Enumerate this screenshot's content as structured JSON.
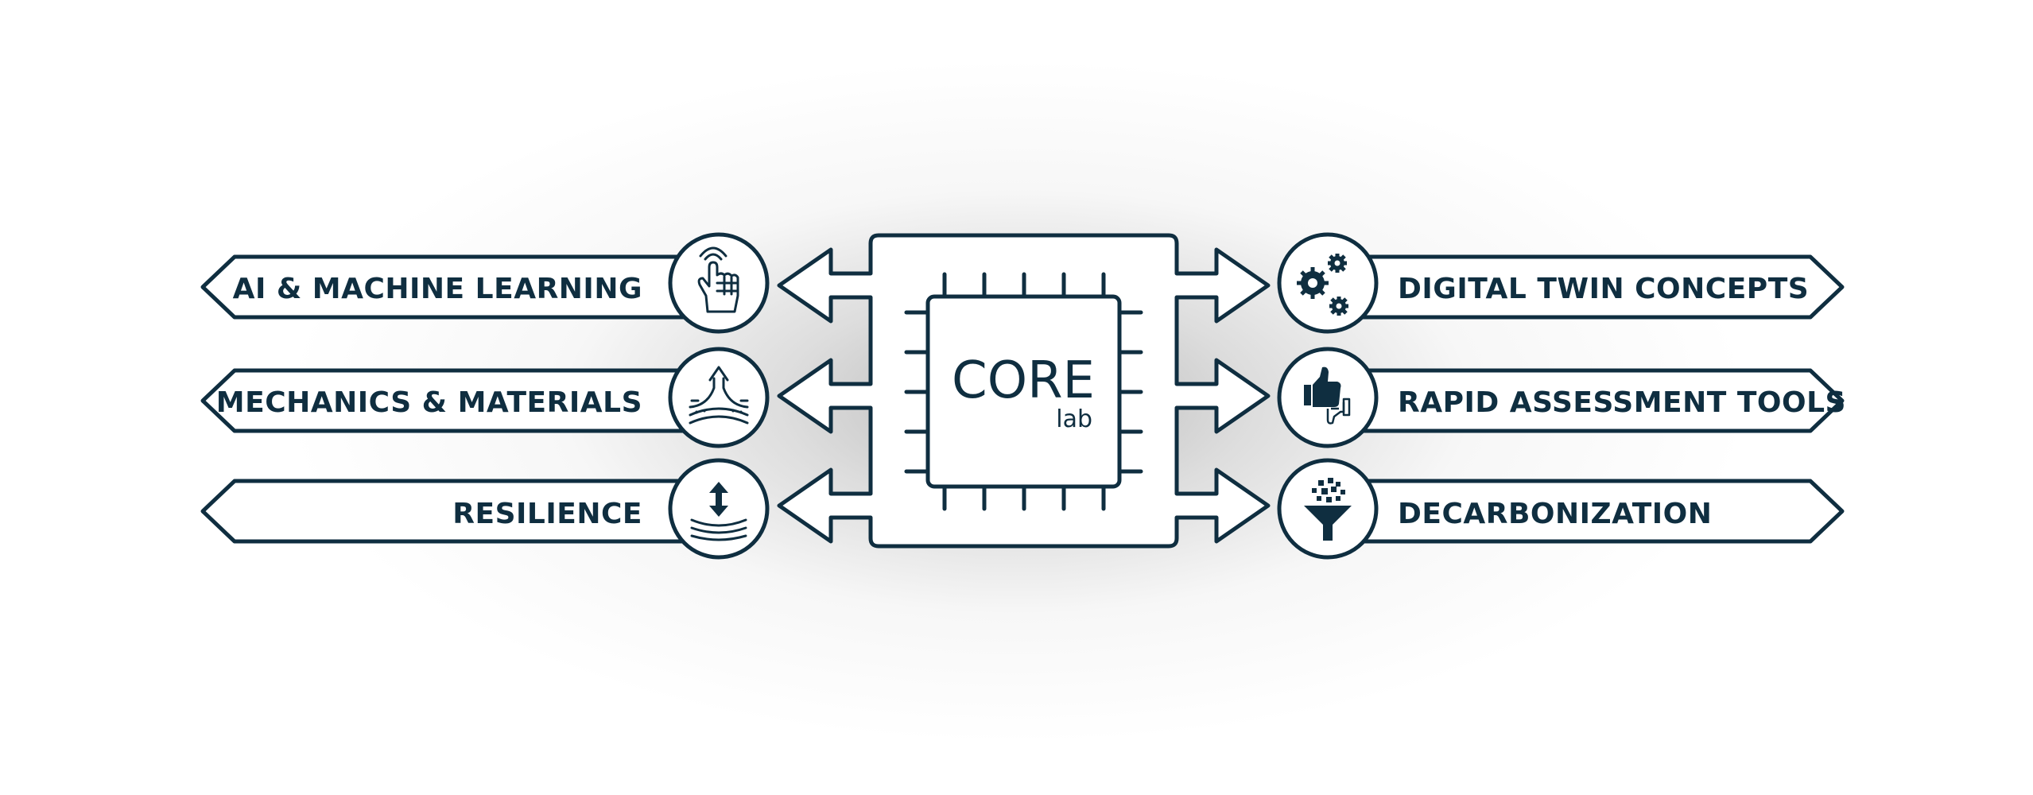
{
  "core": {
    "title": "CORE",
    "subtitle": "lab"
  },
  "left_items": [
    {
      "label": "AI & MACHINE LEARNING",
      "icon": "hand-touch-icon"
    },
    {
      "label": "MECHANICS & MATERIALS",
      "icon": "material-layers-icon"
    },
    {
      "label": "RESILIENCE",
      "icon": "rebound-arrows-icon"
    }
  ],
  "right_items": [
    {
      "label": "DIGITAL TWIN CONCEPTS",
      "icon": "gears-icon"
    },
    {
      "label": "RAPID ASSESSMENT TOOLS",
      "icon": "thumbs-up-down-icon"
    },
    {
      "label": "DECARBONIZATION",
      "icon": "filter-funnel-icon"
    }
  ],
  "colors": {
    "ink": "#0f2e40",
    "fill": "#ffffff"
  }
}
